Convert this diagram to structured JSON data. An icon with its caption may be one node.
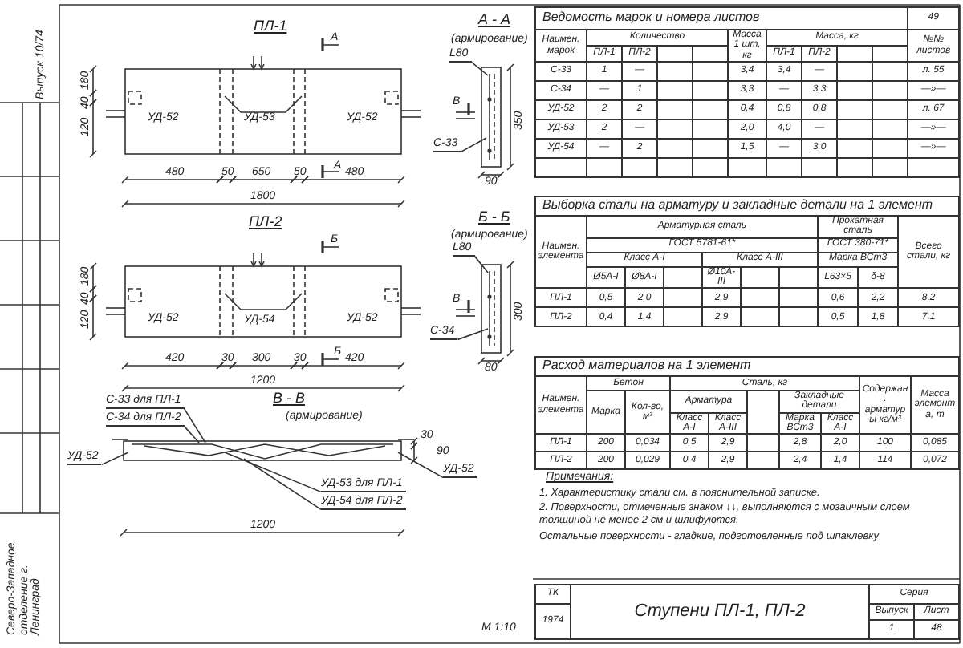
{
  "diagram": {
    "title": "Ступени ПЛ-1, ПЛ-2",
    "nodes": [
      {
        "text": [
          "С-33"
        ]
      },
      {
        "text": [
          "С-34"
        ]
      },
      {
        "text": [
          "L80"
        ]
      },
      {
        "text": [
          "L80"
        ]
      },
      {
        "text": [
          "С-33 для ПЛ-1"
        ]
      },
      {
        "text": [
          "С-34 для ПЛ-2"
        ]
      },
      {
        "text": [
          "УД-52"
        ]
      },
      {
        "text": [
          "УД-52"
        ]
      },
      {
        "text": [
          "УД-53 для ПЛ-1"
        ]
      },
      {
        "text": [
          "УД-54 для ПЛ-2"
        ]
      },
      {
        "text": [],
        "shape": "picture"
      },
      {
        "text": [],
        "shape": "picture"
      },
      {
        "text": [],
        "shape": "picture"
      }
    ],
    "edges": [
      {
        "from": 0,
        "to": 10,
        "arrow": "none"
      },
      {
        "from": 1,
        "to": 11,
        "arrow": "none"
      },
      {
        "from": 2,
        "to": 10,
        "arrow": "none"
      },
      {
        "from": 3,
        "to": 11,
        "arrow": "none"
      },
      {
        "from": 4,
        "to": 12,
        "arrow": "none"
      },
      {
        "from": 5,
        "to": 12,
        "arrow": "none"
      },
      {
        "from": 6,
        "to": 12,
        "arrow": "none"
      },
      {
        "from": 7,
        "to": 12,
        "arrow": "none"
      },
      {
        "from": 8,
        "to": 12,
        "arrow": "none"
      },
      {
        "from": 9,
        "to": 12,
        "arrow": "none"
      }
    ],
    "labels": [
      "Выпуск 10/74",
      "ПЛ-1",
      "А",
      "А",
      "180",
      "40",
      "120",
      "УД-52",
      "УД-53",
      "УД-52",
      "480",
      "50",
      "650",
      "50",
      "480",
      "1800",
      "А - А",
      "(армирование)",
      "В",
      "350",
      "90",
      "ПЛ-2",
      "Б",
      "Б",
      "180",
      "40",
      "120",
      "УД-52",
      "УД-54",
      "УД-52",
      "420",
      "30",
      "300",
      "30",
      "420",
      "1200",
      "Б - Б",
      "(армирование)",
      "В",
      "300",
      "80",
      "В - В",
      "(армирование)",
      "30",
      "90",
      "1200",
      "М 1:10",
      "Северо-Западное отделение г. Ленинград",
      "Ведомость марок и номера листов",
      "49",
      "Наимен. марок",
      "Количество",
      "Масса 1 шт, кг",
      "Масса, кг",
      "№№ листов",
      "ПЛ-1",
      "ПЛ-2",
      "ПЛ-1",
      "ПЛ-2",
      "С-33",
      "1",
      "—",
      "3,4",
      "3,4",
      "—",
      "л. 55",
      "С-34",
      "—",
      "1",
      "3,3",
      "—",
      "3,3",
      "—»—",
      "УД-52",
      "2",
      "2",
      "0,4",
      "0,8",
      "0,8",
      "л. 67",
      "УД-53",
      "2",
      "—",
      "2,0",
      "4,0",
      "—",
      "—»—",
      "УД-54",
      "—",
      "2",
      "1,5",
      "—",
      "3,0",
      "—»—",
      "Выборка стали на арматуру и закладные детали на 1 элемент",
      "Наимен. элемента",
      "Арматурная сталь",
      "Прокатная сталь",
      "Всего стали, кг",
      "ГОСТ 5781-61*",
      "ГОСТ 380-71*",
      "Класс А-I",
      "Класс А-III",
      "Марка ВСт3",
      "Ø5А-I",
      "Ø8А-I",
      "Ø10А-III",
      "L63×5",
      "δ-8",
      "ПЛ-1",
      "0,5",
      "2,0",
      "2,9",
      "0,6",
      "2,2",
      "8,2",
      "ПЛ-2",
      "0,4",
      "1,4",
      "2,9",
      "0,5",
      "1,8",
      "7,1",
      "Расход материалов на 1 элемент",
      "Наимен. элемента",
      "Бетон",
      "Сталь, кг",
      "Содержан. арматуры кг/м³",
      "Масса элемента, т",
      "Марка",
      "Кол-во, м³",
      "Арматура",
      "Закладные детали",
      "Класс А-I",
      "Класс А-III",
      "Марка ВСт3",
      "Класс А-I",
      "ПЛ-1",
      "200",
      "0,034",
      "0,5",
      "2,9",
      "2,8",
      "2,0",
      "100",
      "0,085",
      "ПЛ-2",
      "200",
      "0,029",
      "0,4",
      "2,9",
      "2,4",
      "1,4",
      "114",
      "0,072",
      "Примечания:",
      "1. Характеристику стали см. в пояснительной записке.",
      "2. Поверхности, отмеченные знаком ↓↓, выполняются с мозаичным слоем толщиной не менее 2 см и шлифуются.",
      "Остальные поверхности - гладкие, подготовленные под шпаклевку",
      "ТК",
      "Серия",
      "1974",
      "Выпуск",
      "Лист",
      "1",
      "48"
    ]
  }
}
